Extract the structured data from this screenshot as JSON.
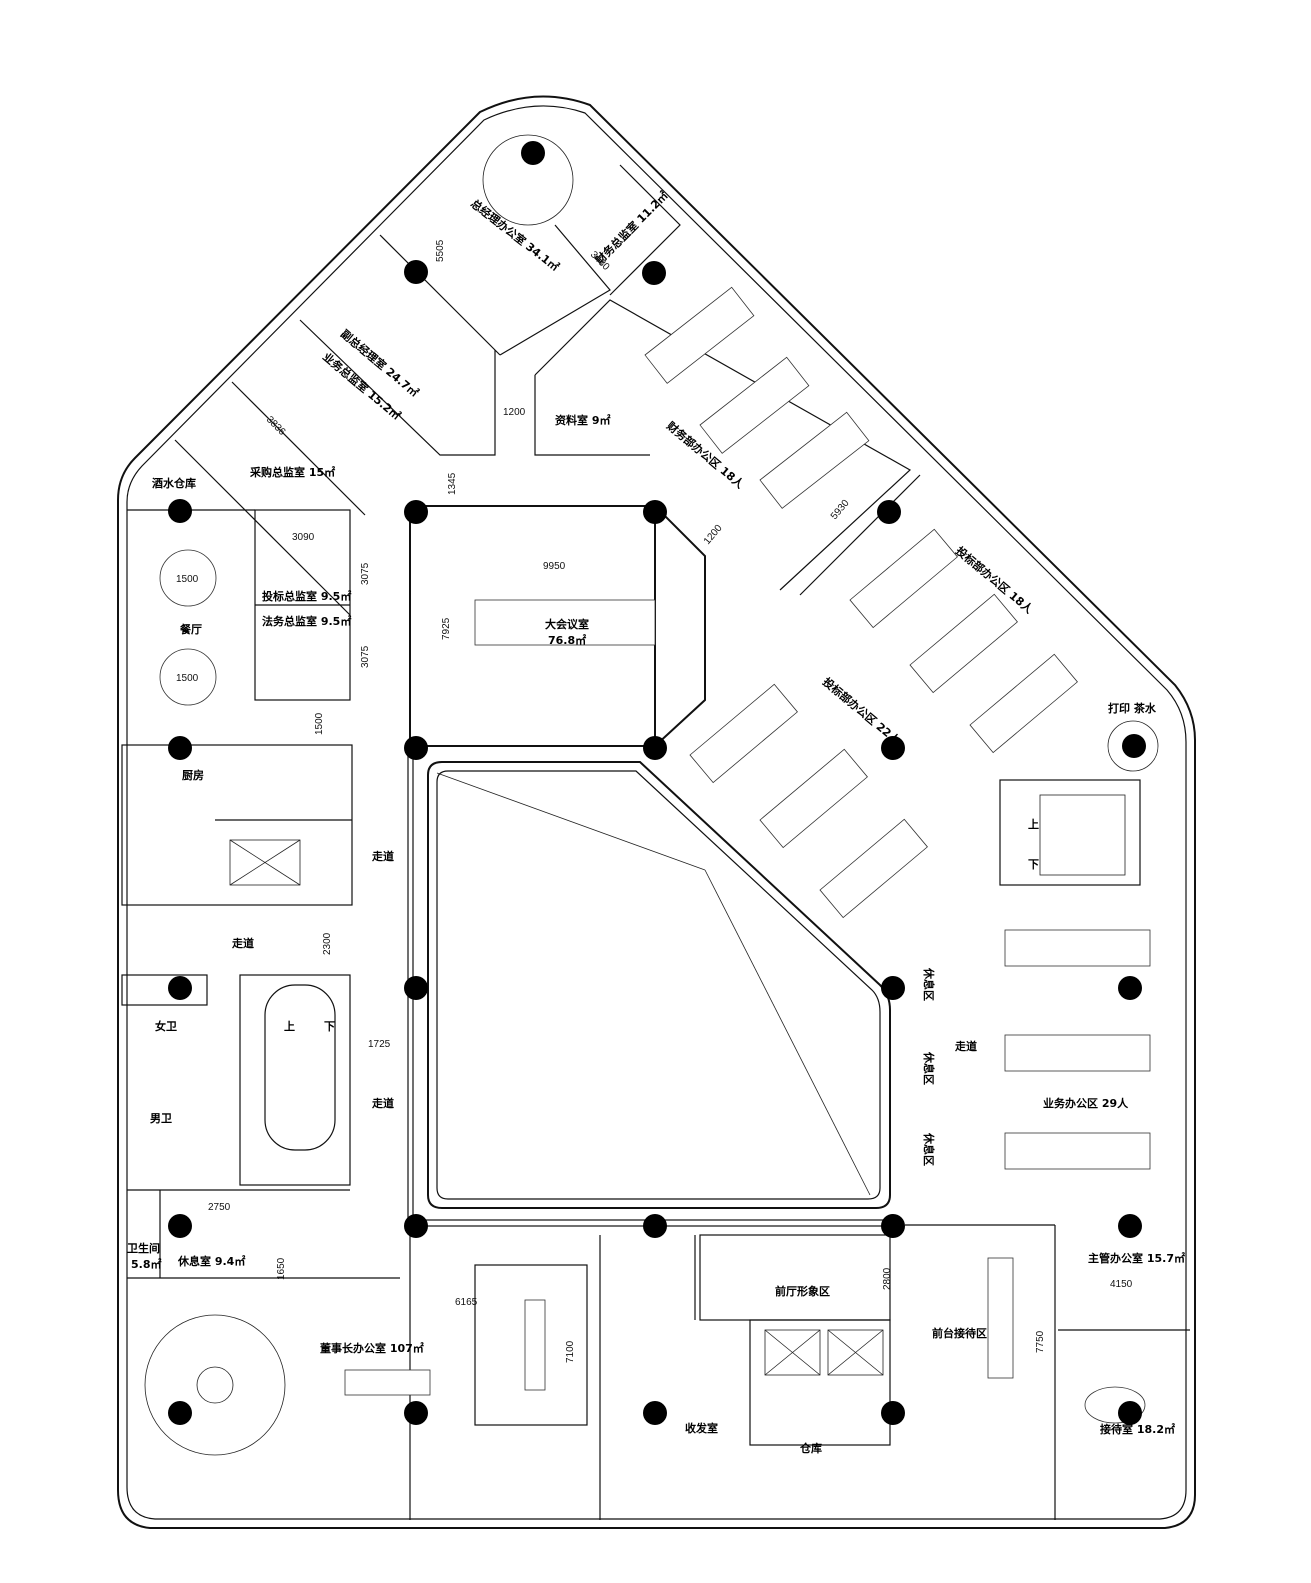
{
  "rooms": {
    "gm_office": "总经理办公室 34.1㎡",
    "finance_director": "财务总监室 11.2㎡",
    "deputy_gm": "副总经理室 24.7㎡",
    "business_director": "业务总监室 15.2㎡",
    "purchase_director": "采购总监室 15㎡",
    "archive": "资料室 9㎡",
    "finance_area": "财务部办公区 18人",
    "bid_area_18": "投标部办公区 18人",
    "bid_area_22": "投标部办公区 22人",
    "print_tea": "打印 茶水",
    "wine_storage": "酒水仓库",
    "dining": "餐厅",
    "bid_director": "投标总监室 9.5㎡",
    "legal_director": "法务总监室 9.5㎡",
    "conference": "大会议室",
    "conference_area": "76.8㎡",
    "kitchen": "厨房",
    "corridor": "走道",
    "womens_wc": "女卫",
    "mens_wc": "男卫",
    "bathroom": "卫生间",
    "bathroom_area": "5.8㎡",
    "rest_room": "休息室 9.4㎡",
    "chairman_office": "董事长办公室 107㎡",
    "lobby": "前厅形象区",
    "reception_desk": "前台接待区",
    "mail_room": "收发室",
    "storage": "仓库",
    "manager_office": "主管办公室 15.7㎡",
    "reception_room": "接待室 18.2㎡",
    "business_area": "业务办公区 29人",
    "rest_area": "休息区",
    "stair_up": "上",
    "stair_down": "下"
  },
  "dimensions": {
    "d5505": "5505",
    "d3480": "3480",
    "d3836": "3836",
    "d1200a": "1200",
    "d1345": "1345",
    "d3090": "3090",
    "d3075a": "3075",
    "d3075b": "3075",
    "d1500": "1500",
    "d9950": "9950",
    "d7925": "7925",
    "d1200b": "1200",
    "d5930": "5930",
    "d2300": "2300",
    "d1725": "1725",
    "d2750": "2750",
    "d1650": "1650",
    "d6165": "6165",
    "d7100": "7100",
    "d2800": "2800",
    "d4150": "4150",
    "d7750": "7750",
    "table1": "1500",
    "table2": "1500"
  }
}
